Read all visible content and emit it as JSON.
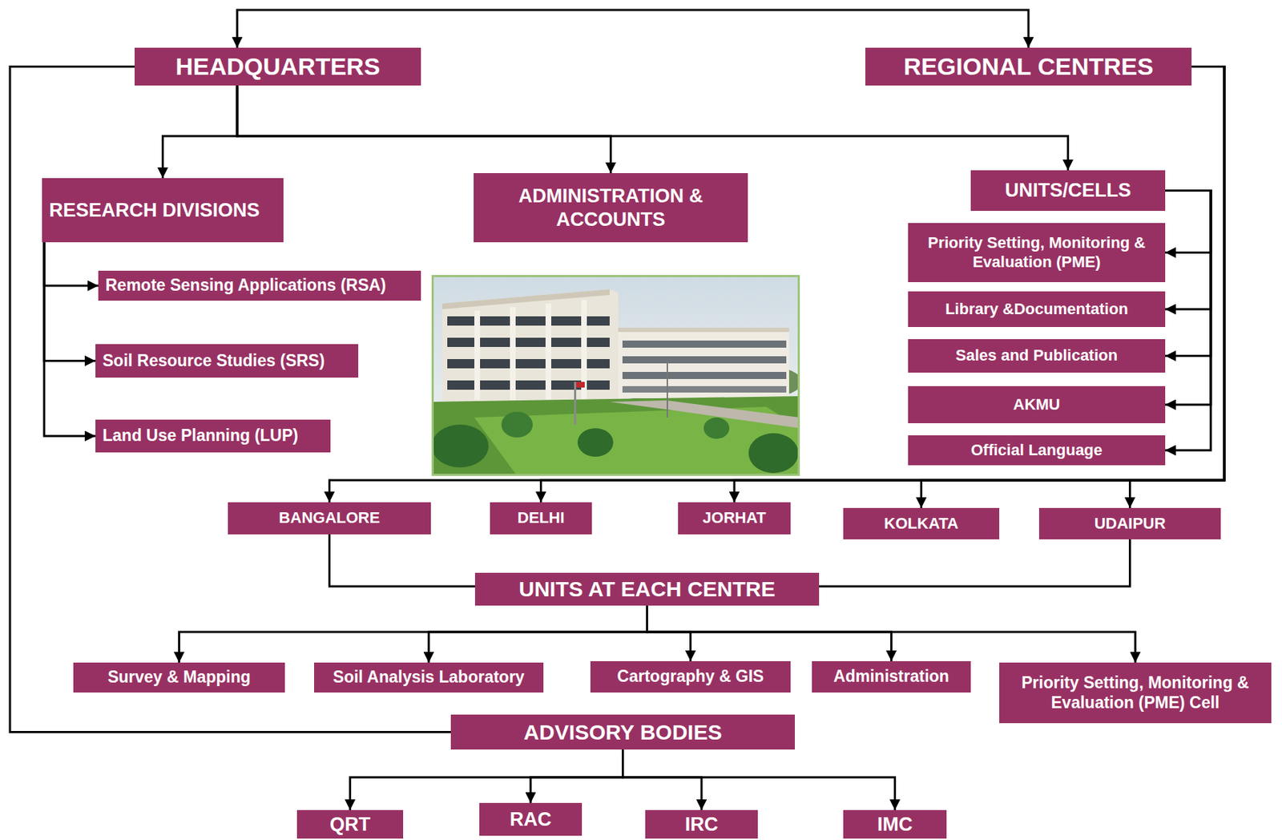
{
  "diagram": {
    "nodes": [
      {
        "text": [
          "HEADQUARTERS"
        ]
      },
      {
        "text": [
          "REGIONAL CENTRES"
        ]
      },
      {
        "text": [
          "RESEARCH DIVISIONS"
        ]
      },
      {
        "text": [
          "ADMINISTRATION & ACCOUNTS"
        ]
      },
      {
        "text": [
          "UNITS/CELLS"
        ]
      },
      {
        "text": [
          "Remote Sensing Applications (RSA)"
        ]
      },
      {
        "text": [
          "Soil Resource Studies (SRS)"
        ]
      },
      {
        "text": [
          "Land Use Planning (LUP)"
        ]
      },
      {
        "text": [
          "Priority Setting, Monitoring & Evaluation (PME)"
        ]
      },
      {
        "text": [
          "Library &Documentation"
        ]
      },
      {
        "text": [
          "Sales and Publication"
        ]
      },
      {
        "text": [
          "AKMU"
        ]
      },
      {
        "text": [
          "Official Language"
        ]
      },
      {
        "text": [
          "BANGALORE"
        ]
      },
      {
        "text": [
          "DELHI"
        ]
      },
      {
        "text": [
          "JORHAT"
        ]
      },
      {
        "text": [
          "KOLKATA"
        ]
      },
      {
        "text": [
          "UDAIPUR"
        ]
      },
      {
        "text": [
          "UNITS AT EACH CENTRE"
        ]
      },
      {
        "text": [
          "Survey & Mapping"
        ]
      },
      {
        "text": [
          "Soil Analysis Laboratory"
        ]
      },
      {
        "text": [
          "Cartography & GIS"
        ]
      },
      {
        "text": [
          "Administration"
        ]
      },
      {
        "text": [
          "Priority Setting, Monitoring & Evaluation (PME) Cell"
        ]
      },
      {
        "text": [
          "ADVISORY BODIES"
        ]
      },
      {
        "text": [
          "QRT"
        ]
      },
      {
        "text": [
          "RAC"
        ]
      },
      {
        "text": [
          "IRC"
        ]
      },
      {
        "text": [
          "IMC"
        ]
      }
    ],
    "edges": [
      {
        "from": 0,
        "to": 1,
        "arrow": "both"
      },
      {
        "from": 0,
        "to": 2,
        "arrow": "to"
      },
      {
        "from": 0,
        "to": 3,
        "arrow": "to"
      },
      {
        "from": 0,
        "to": 4,
        "arrow": "to"
      },
      {
        "from": 2,
        "to": 5,
        "arrow": "to"
      },
      {
        "from": 2,
        "to": 6,
        "arrow": "to"
      },
      {
        "from": 2,
        "to": 7,
        "arrow": "to"
      },
      {
        "from": 4,
        "to": 8,
        "arrow": "to"
      },
      {
        "from": 4,
        "to": 9,
        "arrow": "to"
      },
      {
        "from": 4,
        "to": 10,
        "arrow": "to"
      },
      {
        "from": 4,
        "to": 11,
        "arrow": "to"
      },
      {
        "from": 4,
        "to": 12,
        "arrow": "to"
      },
      {
        "from": 1,
        "to": 13,
        "arrow": "to"
      },
      {
        "from": 1,
        "to": 14,
        "arrow": "to"
      },
      {
        "from": 1,
        "to": 15,
        "arrow": "to"
      },
      {
        "from": 1,
        "to": 16,
        "arrow": "to"
      },
      {
        "from": 1,
        "to": 17,
        "arrow": "to"
      },
      {
        "from": 13,
        "to": 18,
        "arrow": "none"
      },
      {
        "from": 17,
        "to": 18,
        "arrow": "none"
      },
      {
        "from": 18,
        "to": 19,
        "arrow": "to"
      },
      {
        "from": 18,
        "to": 20,
        "arrow": "to"
      },
      {
        "from": 18,
        "to": 21,
        "arrow": "to"
      },
      {
        "from": 18,
        "to": 22,
        "arrow": "to"
      },
      {
        "from": 18,
        "to": 23,
        "arrow": "to"
      },
      {
        "from": 0,
        "to": 24,
        "arrow": "none"
      },
      {
        "from": 24,
        "to": 25,
        "arrow": "to"
      },
      {
        "from": 24,
        "to": 26,
        "arrow": "to"
      },
      {
        "from": 24,
        "to": 27,
        "arrow": "to"
      },
      {
        "from": 24,
        "to": 28,
        "arrow": "to"
      }
    ]
  }
}
